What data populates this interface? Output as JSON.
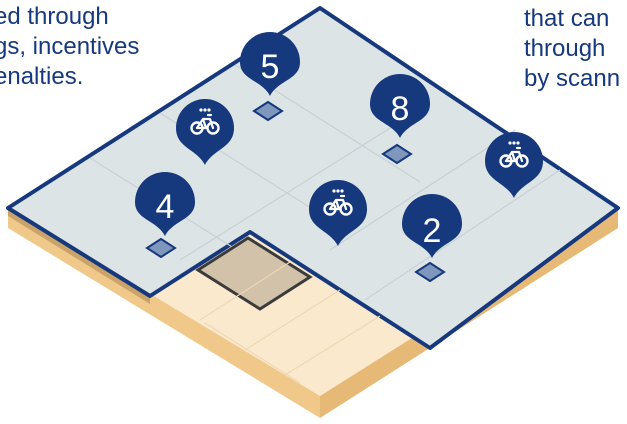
{
  "text_left": [
    "ed through",
    "gs, incentives",
    "enalties."
  ],
  "text_right": [
    "that can",
    "through",
    "by scann"
  ],
  "markers": [
    {
      "label": "5"
    },
    {
      "label": "8"
    },
    {
      "label": "4"
    },
    {
      "label": "2"
    }
  ],
  "bike_pins": [
    {
      "icon": "bicycle-icon"
    },
    {
      "icon": "bicycle-icon"
    },
    {
      "icon": "bicycle-icon"
    }
  ],
  "colors": {
    "text": "#16397e",
    "pin": "#16397e",
    "zone_fill": "#dde4e6",
    "zone_border": "#16397e",
    "ground": "#fbe9cd",
    "edge": "#f0c98a",
    "parking_spot": "#d2c2aa"
  }
}
